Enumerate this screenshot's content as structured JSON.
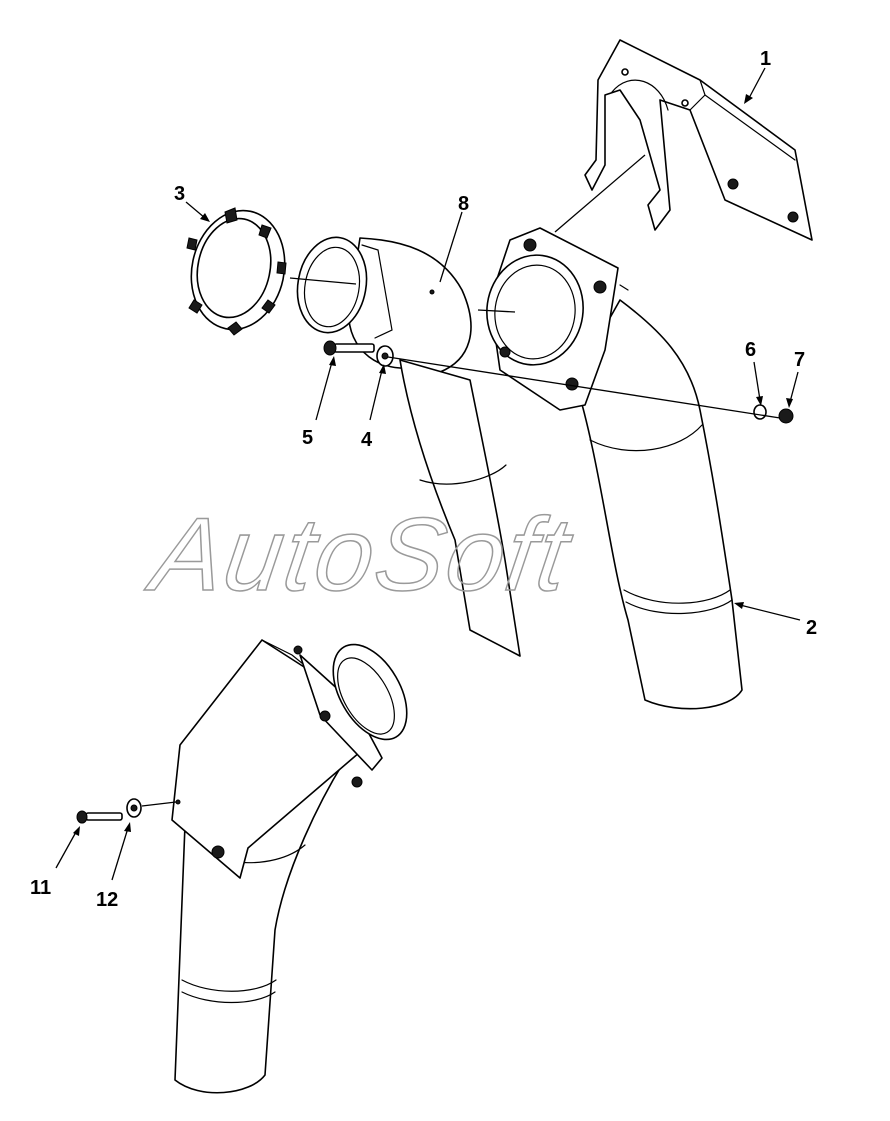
{
  "diagram": {
    "watermark": "AutoSoft",
    "callouts": [
      {
        "id": "1",
        "label": "1"
      },
      {
        "id": "2",
        "label": "2"
      },
      {
        "id": "3",
        "label": "3"
      },
      {
        "id": "4",
        "label": "4"
      },
      {
        "id": "5",
        "label": "5"
      },
      {
        "id": "6",
        "label": "6"
      },
      {
        "id": "7",
        "label": "7"
      },
      {
        "id": "8",
        "label": "8"
      },
      {
        "id": "11",
        "label": "11"
      },
      {
        "id": "12",
        "label": "12"
      }
    ],
    "colors": {
      "line": "#000000",
      "background": "#ffffff",
      "watermark": "#9a9a9a"
    }
  }
}
